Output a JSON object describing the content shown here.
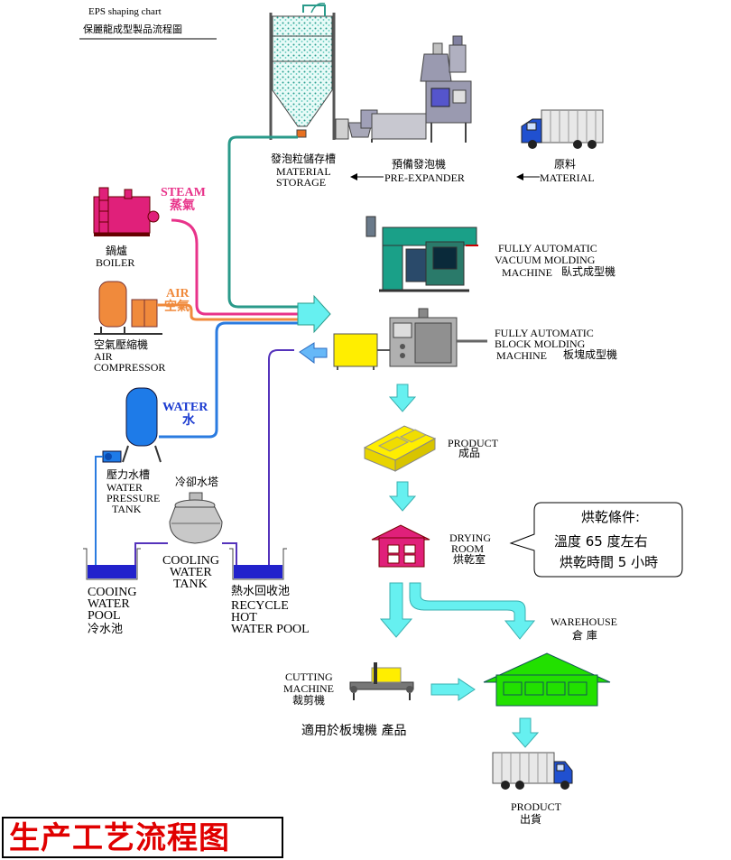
{
  "header": {
    "title_en": "EPS shaping chart",
    "title_cn": "保麗龍成型製品流程圖"
  },
  "top": {
    "storage_cn": "發泡粒儲存槽",
    "storage_en1": "MATERIAL",
    "storage_en2": "STORAGE",
    "preexp_cn": "預備發泡機",
    "preexp_en": "PRE-EXPANDER",
    "material_cn": "原料",
    "material_en": "MATERIAL"
  },
  "utilities": {
    "steam_en": "STEAM",
    "steam_cn": "蒸氣",
    "boiler_cn": "鍋爐",
    "boiler_en": "BOILER",
    "air_en": "AIR",
    "air_cn": "空氣",
    "compressor_cn": "空氣壓縮機",
    "compressor_en1": "AIR",
    "compressor_en2": "COMPRESSOR",
    "water_en": "WATER",
    "water_cn": "水",
    "pressure_cn": "壓力水槽",
    "pressure_en1": "WATER",
    "pressure_en2": "PRESSURE",
    "pressure_en3": "TANK",
    "tower_cn": "冷卻水塔",
    "cooling_tank_en1": "COOLING",
    "cooling_tank_en2": "WATER",
    "cooling_tank_en3": "TANK",
    "cool_pool_en1": "COOING",
    "cool_pool_en2": "WATER",
    "cool_pool_en3": "POOL",
    "cool_pool_cn": "冷水池",
    "hot_pool_cn": "熱水回收池",
    "hot_pool_en1": "RECYCLE",
    "hot_pool_en2": "HOT",
    "hot_pool_en3": "WATER POOL"
  },
  "machines": {
    "vacuum_en1": "FULLY  AUTOMATIC",
    "vacuum_en2": "VACUUM MOLDING",
    "vacuum_en3": "MACHINE",
    "vacuum_cn": "臥式成型機",
    "block_en1": "FULLY AUTOMATIC",
    "block_en2": "BLOCK MOLDING",
    "block_en3": "MACHINE",
    "block_cn": "板塊成型機"
  },
  "flow": {
    "product_en": "PRODUCT",
    "product_cn": "成品",
    "drying_en1": "DRYING",
    "drying_en2": "ROOM",
    "drying_cn": "烘乾室",
    "warehouse_en": "WAREHOUSE",
    "warehouse_cn": "倉  庫",
    "cutting_en1": "CUTTING",
    "cutting_en2": "MACHINE",
    "cutting_cn": "裁剪機",
    "cutting_note": "適用於板塊機  產品",
    "shipping_en": "PRODUCT",
    "shipping_cn": "出貨"
  },
  "drying_conditions": {
    "title": "烘乾條件:",
    "line1": "溫度 65 度左右",
    "line2": "烘乾時間  5 小時"
  },
  "footer": {
    "title": "生产工艺流程图"
  },
  "colors": {
    "teal_pipe": "#2a9a8a",
    "steam": "#e8338a",
    "air": "#f08a3c",
    "water": "#2a7be0",
    "flow_arrow": "#66f0f0",
    "product_yellow": "#ffee00",
    "house_magenta": "#e0207a",
    "warehouse_green": "#22e000",
    "pool_blue": "#2222cc"
  }
}
